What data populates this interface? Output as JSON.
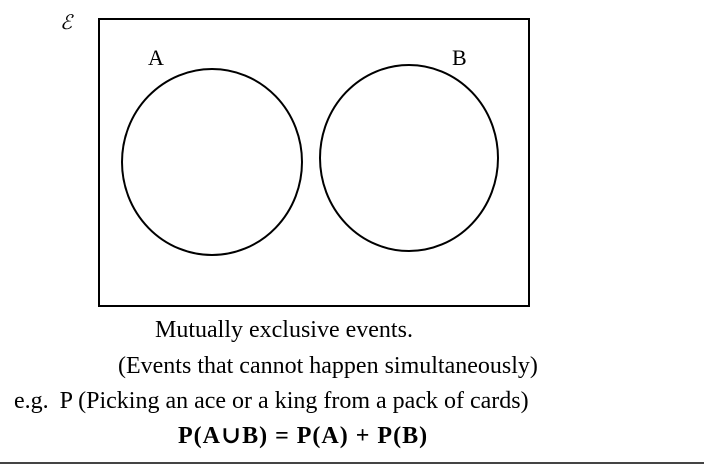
{
  "diagram": {
    "universal_symbol": "ℰ",
    "set_a_label": "A",
    "set_b_label": "B"
  },
  "text": {
    "caption": "Mutually exclusive events.",
    "explanation": "(Events that cannot happen simultaneously)",
    "example_prefix": "e.g.",
    "example": "P (Picking an ace or a king from a pack of cards)",
    "formula": "P(A∪B) = P(A) + P(B)"
  }
}
